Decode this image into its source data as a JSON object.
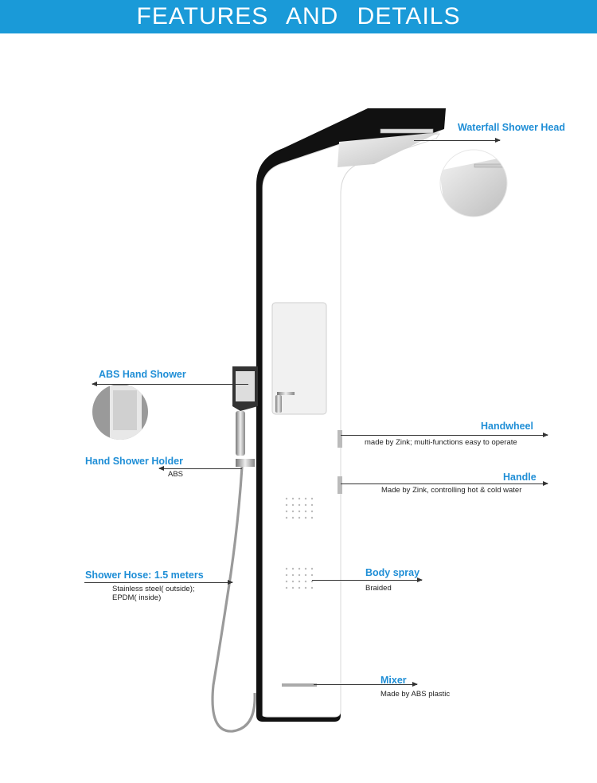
{
  "header": {
    "title": "FEATURES AND DETAILS"
  },
  "labels": {
    "waterfall": {
      "title": "Waterfall Shower Head"
    },
    "abs_hand_shower": {
      "title": "ABS Hand Shower"
    },
    "holder": {
      "title": "Hand Shower Holder",
      "desc": "ABS"
    },
    "hose": {
      "title": "Shower Hose: 1.5 meters",
      "desc1": "Stainless steel( outside);",
      "desc2": "EPDM( inside)"
    },
    "handwheel": {
      "title": "Handwheel",
      "desc": "made by Zink;  multi-functions easy to operate"
    },
    "handle": {
      "title": "Handle",
      "desc": "Made by Zink, controlling hot & cold water"
    },
    "body_spray": {
      "title": "Body spray",
      "desc": "Braided"
    },
    "mixer": {
      "title": "Mixer",
      "desc": "Made by ABS plastic"
    }
  },
  "colors": {
    "accent": "#1a9ad8",
    "label": "#1f8ed6",
    "panel_black": "#111111",
    "panel_white": "#ffffff"
  }
}
